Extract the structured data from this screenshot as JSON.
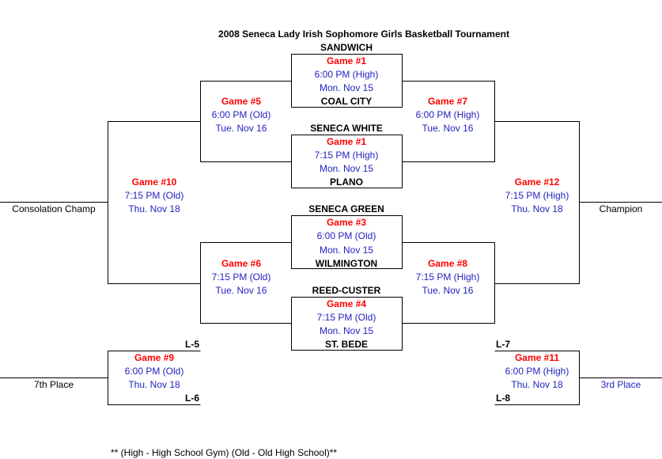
{
  "title": "2008 Seneca Lady Irish Sophomore Girls Basketball Tournament",
  "footnote": "** (High - High School Gym)  (Old - Old High School)**",
  "teams": {
    "sandwich": "SANDWICH",
    "coal_city": "COAL CITY",
    "seneca_white": "SENECA WHITE",
    "plano": "PLANO",
    "seneca_green": "SENECA GREEN",
    "wilmington": "WILMINGTON",
    "reed_custer": "REED-CUSTER",
    "st_bede": "ST. BEDE"
  },
  "games": {
    "g1a": {
      "label": "Game #1",
      "time": "6:00 PM (High)",
      "date": "Mon. Nov 15"
    },
    "g1b": {
      "label": "Game #1",
      "time": "7:15 PM (High)",
      "date": "Mon. Nov 15"
    },
    "g3": {
      "label": "Game #3",
      "time": "6:00 PM (Old)",
      "date": "Mon. Nov 15"
    },
    "g4": {
      "label": "Game #4",
      "time": "7:15 PM (Old)",
      "date": "Mon. Nov 15"
    },
    "g5": {
      "label": "Game #5",
      "time": "6:00 PM (Old)",
      "date": "Tue. Nov 16"
    },
    "g6": {
      "label": "Game #6",
      "time": "7:15 PM (Old)",
      "date": "Tue. Nov 16"
    },
    "g7": {
      "label": "Game #7",
      "time": "6:00 PM (High)",
      "date": "Tue. Nov 16"
    },
    "g8": {
      "label": "Game #8",
      "time": "7:15 PM (High)",
      "date": "Tue. Nov 16"
    },
    "g9": {
      "label": "Game #9",
      "time": "6:00 PM (Old)",
      "date": "Thu. Nov 18"
    },
    "g10": {
      "label": "Game #10",
      "time": "7:15 PM (Old)",
      "date": "Thu. Nov 18"
    },
    "g11": {
      "label": "Game #11",
      "time": "6:00 PM (High)",
      "date": "Thu. Nov 18"
    },
    "g12": {
      "label": "Game #12",
      "time": "7:15 PM (High)",
      "date": "Thu. Nov 18"
    }
  },
  "slots": {
    "l5": "L-5",
    "l6": "L-6",
    "l7": "L-7",
    "l8": "L-8"
  },
  "places": {
    "consolation": "Consolation Champ",
    "champion": "Champion",
    "seventh": "7th Place",
    "third": "3rd Place"
  },
  "colors": {
    "game_label": "#ff0000",
    "game_info": "#1f1fbf",
    "lines": "#000000"
  }
}
